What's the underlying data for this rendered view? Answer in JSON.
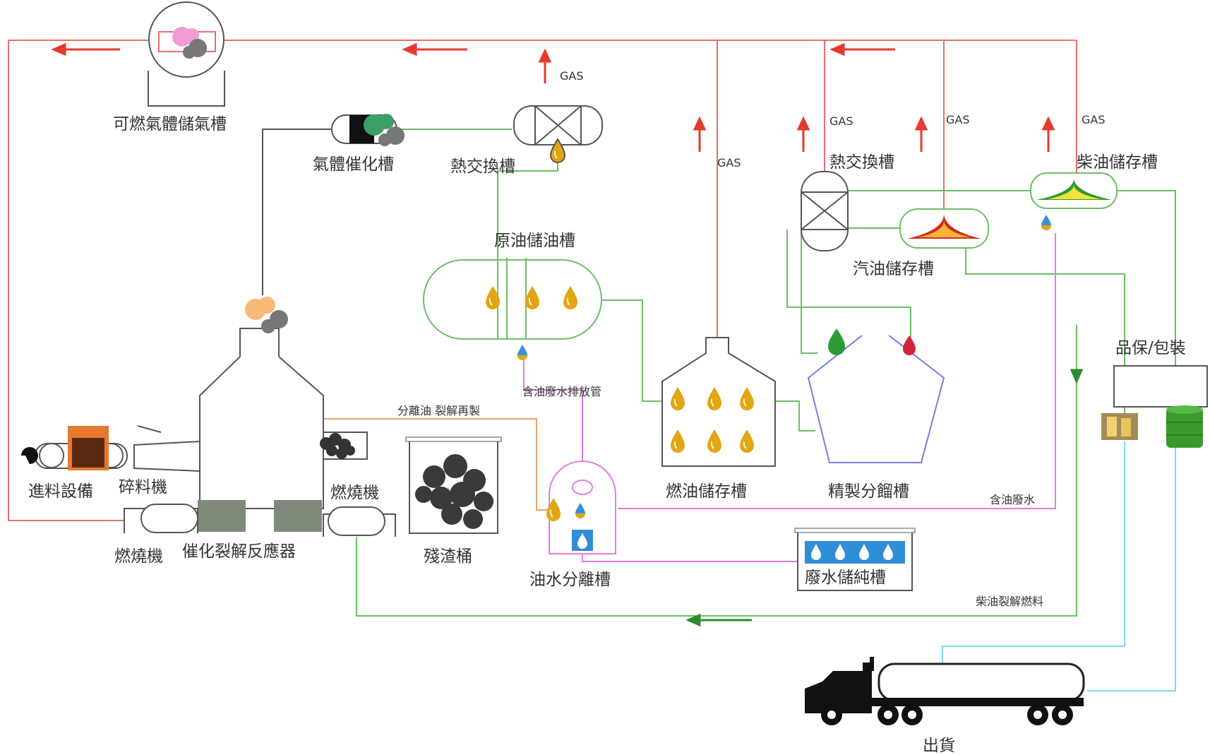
{
  "labels": {
    "gas_storage": "可燃氣體儲氣槽",
    "gas_catalyst": "氣體催化槽",
    "heat_exchanger_1": "熱交換槽",
    "crude_oil_tank": "原油儲油槽",
    "heat_exchanger_2": "熱交換槽",
    "diesel_tank": "柴油儲存槽",
    "gasoline_tank": "汽油儲存槽",
    "qc_packaging": "品保/包裝",
    "fuel_oil_tank": "燃油儲存槽",
    "refining_tank": "精製分餾槽",
    "oily_water_pipe": "含油廢水排放管",
    "separated_oil": "分離油 裂解再製",
    "feed_equipment": "進料設備",
    "crusher": "碎料機",
    "burner_right": "燃燒機",
    "burner_left": "燃燒機",
    "reactor": "催化裂解反應器",
    "residue_bucket": "殘渣桶",
    "oil_water_separator": "油水分離槽",
    "oily_wastewater": "含油廢水",
    "wastewater_storage": "廢水儲純槽",
    "diesel_cracking_fuel": "柴油裂解燃料",
    "shipping": "出貨"
  },
  "gas_labels": [
    "GAS",
    "GAS",
    "GAS",
    "GAS",
    "GAS"
  ],
  "colors": {
    "gas_line": "#e8706b",
    "gas_arrow": "#e53b2b",
    "oil_line": "#6cbf65",
    "oil_arrow": "#2e8b2e",
    "water_line": "#e27be6",
    "ship_line": "#7fd8ee",
    "separated_oil_line": "#e8a56b",
    "outline": "#555555",
    "refinery_outline": "#7a7ae6",
    "oil_drop": "#e3a514"
  },
  "icons": [
    "arrow-icon",
    "oil-drop-icon",
    "water-drop-icon",
    "truck-icon",
    "smoke-icon",
    "barrel-icon"
  ]
}
